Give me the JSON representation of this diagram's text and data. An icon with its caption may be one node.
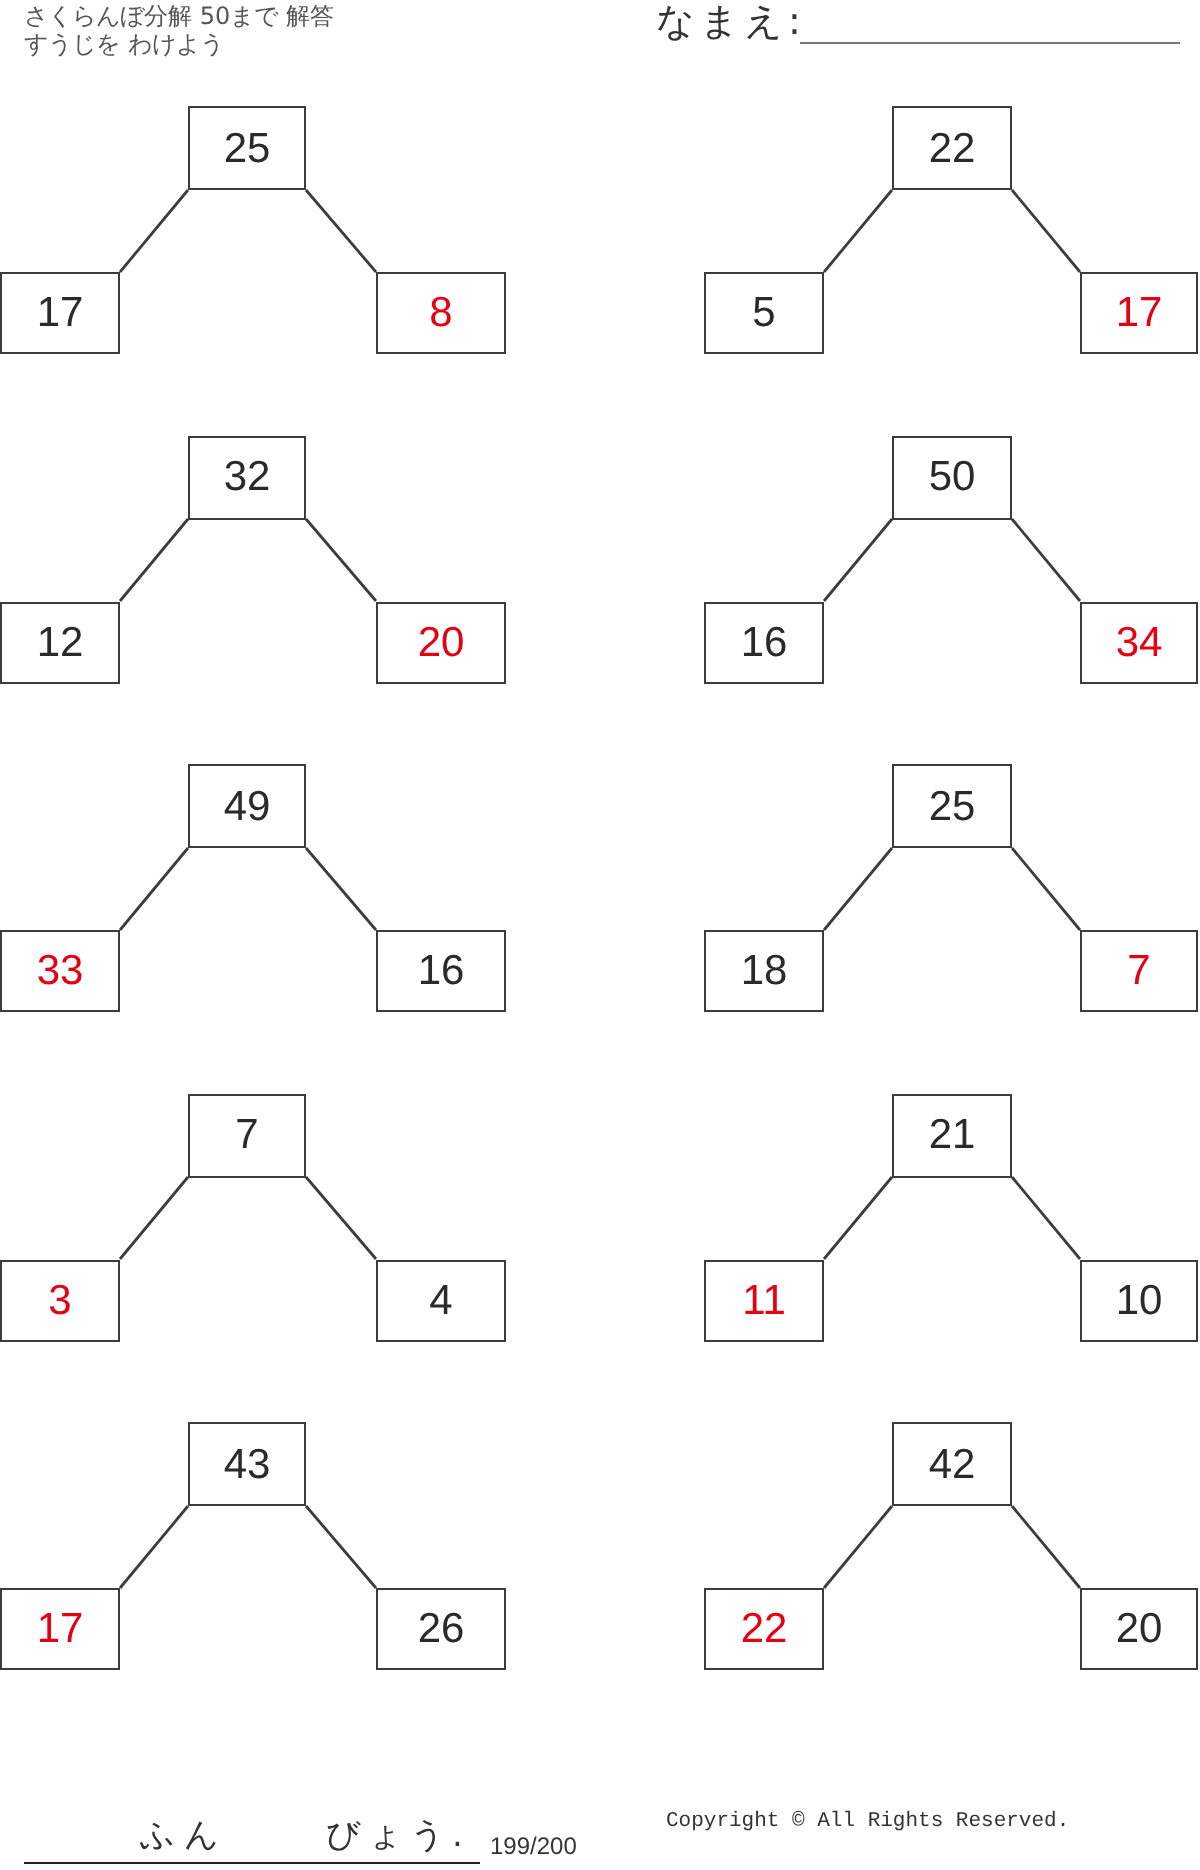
{
  "diagram": {
    "title": "さくらんぼ分解 50まで 解答",
    "nodes": [
      {
        "text": [
          "25"
        ]
      },
      {
        "text": [
          "17"
        ]
      },
      {
        "text": [
          "8"
        ]
      },
      {
        "text": [
          "22"
        ]
      },
      {
        "text": [
          "5"
        ]
      },
      {
        "text": [
          "17"
        ]
      },
      {
        "text": [
          "32"
        ]
      },
      {
        "text": [
          "12"
        ]
      },
      {
        "text": [
          "20"
        ]
      },
      {
        "text": [
          "50"
        ]
      },
      {
        "text": [
          "16"
        ]
      },
      {
        "text": [
          "34"
        ]
      },
      {
        "text": [
          "49"
        ]
      },
      {
        "text": [
          "33"
        ]
      },
      {
        "text": [
          "16"
        ]
      },
      {
        "text": [
          "25"
        ]
      },
      {
        "text": [
          "18"
        ]
      },
      {
        "text": [
          "7"
        ]
      },
      {
        "text": [
          "7"
        ]
      },
      {
        "text": [
          "3"
        ]
      },
      {
        "text": [
          "4"
        ]
      },
      {
        "text": [
          "21"
        ]
      },
      {
        "text": [
          "11"
        ]
      },
      {
        "text": [
          "10"
        ]
      },
      {
        "text": [
          "43"
        ]
      },
      {
        "text": [
          "17"
        ]
      },
      {
        "text": [
          "26"
        ]
      },
      {
        "text": [
          "42"
        ]
      },
      {
        "text": [
          "22"
        ]
      },
      {
        "text": [
          "20"
        ]
      }
    ],
    "edges": [
      {
        "from": 0,
        "to": 1,
        "arrow": "none"
      },
      {
        "from": 0,
        "to": 2,
        "arrow": "none"
      },
      {
        "from": 3,
        "to": 4,
        "arrow": "none"
      },
      {
        "from": 3,
        "to": 5,
        "arrow": "none"
      },
      {
        "from": 6,
        "to": 7,
        "arrow": "none"
      },
      {
        "from": 6,
        "to": 8,
        "arrow": "none"
      },
      {
        "from": 9,
        "to": 10,
        "arrow": "none"
      },
      {
        "from": 9,
        "to": 11,
        "arrow": "none"
      },
      {
        "from": 12,
        "to": 13,
        "arrow": "none"
      },
      {
        "from": 12,
        "to": 14,
        "arrow": "none"
      },
      {
        "from": 15,
        "to": 16,
        "arrow": "none"
      },
      {
        "from": 15,
        "to": 17,
        "arrow": "none"
      },
      {
        "from": 18,
        "to": 19,
        "arrow": "none"
      },
      {
        "from": 18,
        "to": 20,
        "arrow": "none"
      },
      {
        "from": 21,
        "to": 22,
        "arrow": "none"
      },
      {
        "from": 21,
        "to": 23,
        "arrow": "none"
      },
      {
        "from": 24,
        "to": 25,
        "arrow": "none"
      },
      {
        "from": 24,
        "to": 26,
        "arrow": "none"
      },
      {
        "from": 27,
        "to": 28,
        "arrow": "none"
      },
      {
        "from": 27,
        "to": 29,
        "arrow": "none"
      }
    ],
    "labels": [
      "すうじを わけよう",
      "なまえ:",
      "ふん",
      "びょう.",
      "199/200",
      "Copyright © All Rights Reserved."
    ]
  }
}
